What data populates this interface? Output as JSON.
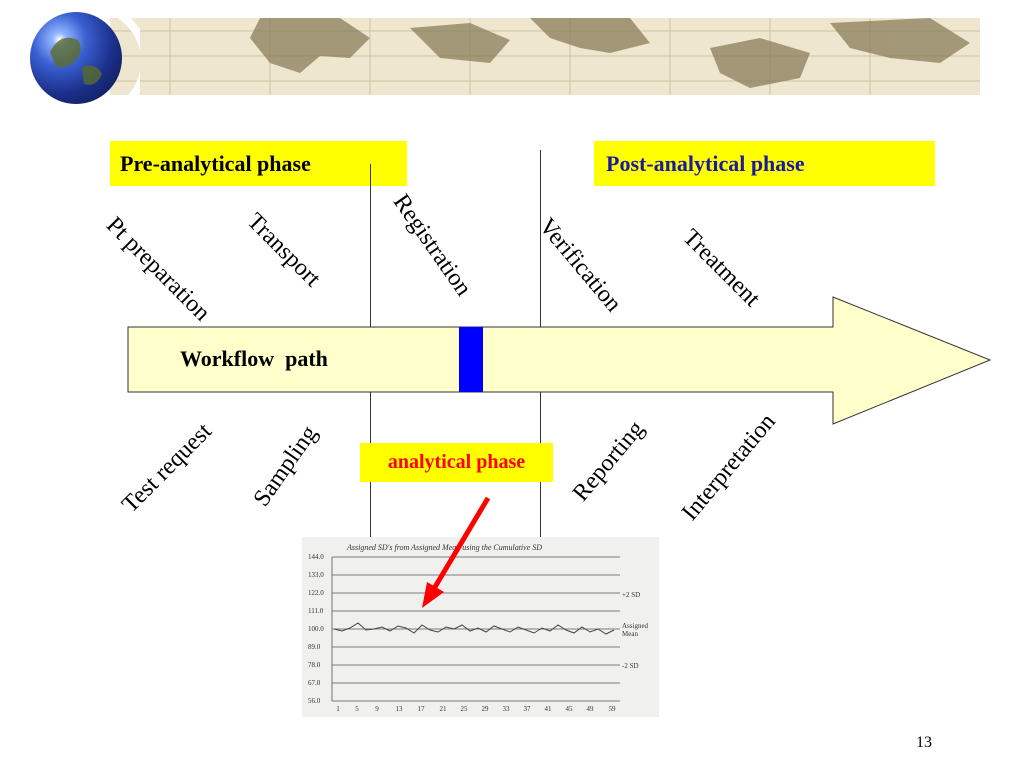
{
  "slide": {
    "title": "Clinical laboratories",
    "page_number": "13"
  },
  "phases": {
    "pre": "Pre-analytical phase",
    "post": "Post-analytical phase",
    "analytical": "analytical phase"
  },
  "workflow": {
    "label": "Workflow  path",
    "steps_above": [
      "Pt preparation",
      "Transport",
      "Registration",
      "Verification",
      "Treatment"
    ],
    "steps_below": [
      "Test request",
      "Sampling",
      "Reporting",
      "Interpretation"
    ]
  },
  "colors": {
    "highlight": "#ffff00",
    "arrow_fill": "#ffffcc",
    "marker": "#0000ff",
    "pointer": "#ff0000",
    "post_text": "#1a1aa0",
    "analytical_text": "#ff0000"
  },
  "control_chart": {
    "title": "Assigned SD's from Assigned Mean using the Cumulative SD",
    "y_ticks": [
      "144.0",
      "133.0",
      "122.0",
      "111.0",
      "100.0",
      "89.0",
      "78.0",
      "67.0",
      "56.0"
    ],
    "x_ticks": [
      "1",
      "5",
      "9",
      "13",
      "17",
      "21",
      "25",
      "29",
      "33",
      "37",
      "41",
      "45",
      "49",
      "59"
    ],
    "plus_sd_label": "+2 SD",
    "mean_label_1": "Assigned",
    "mean_label_2": "Mean",
    "minus_sd_label": "-2 SD"
  }
}
